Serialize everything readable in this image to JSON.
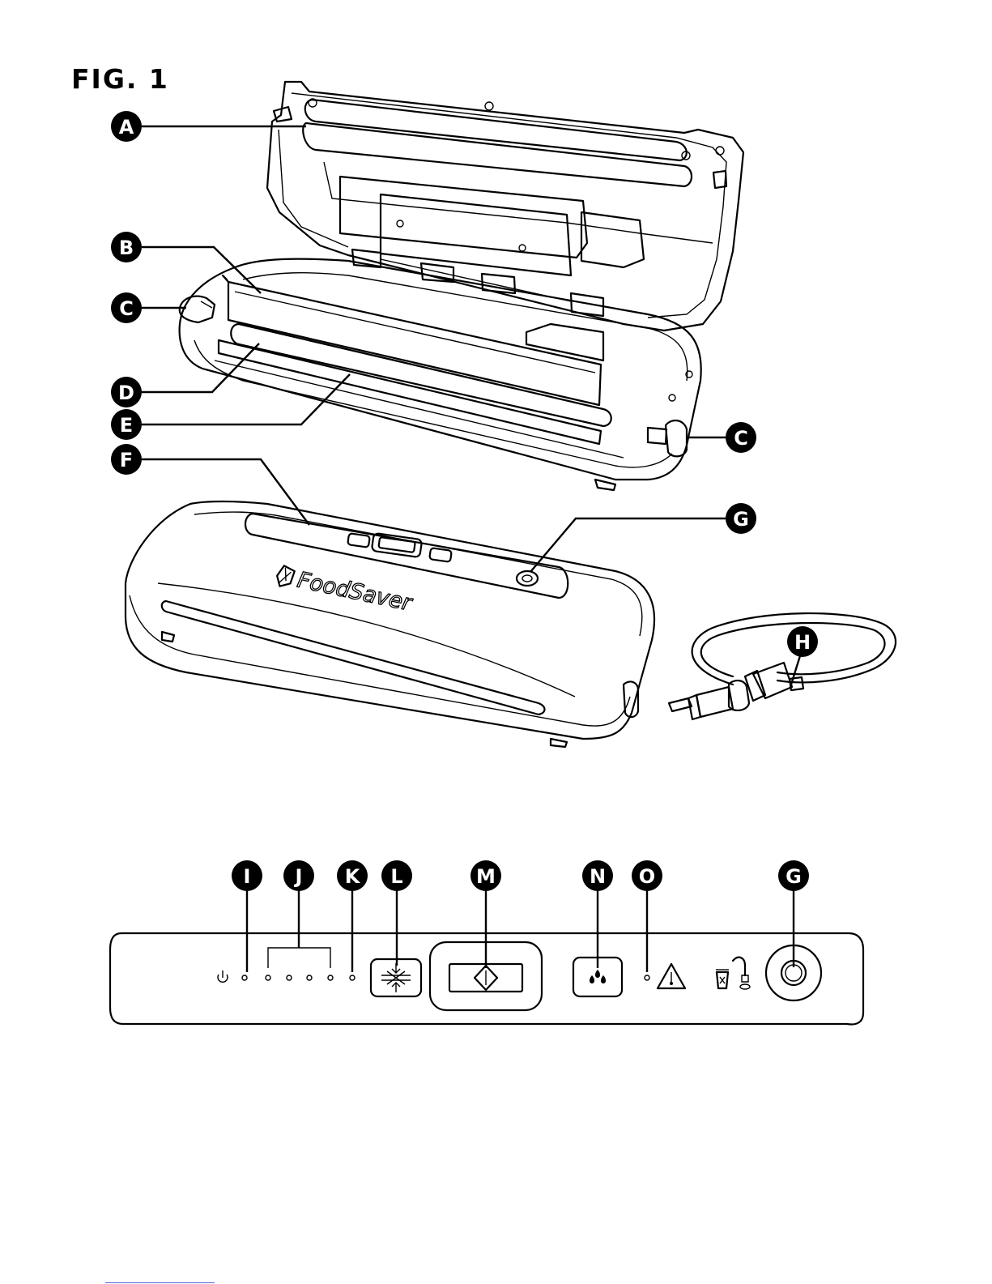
{
  "figure": {
    "title": "FIG. 1",
    "brand": "FoodSaver"
  },
  "labels": {
    "A": "A",
    "B": "B",
    "C": "C",
    "D": "D",
    "E": "E",
    "F": "F",
    "G": "G",
    "H": "H",
    "I": "I",
    "J": "J",
    "K": "K",
    "L": "L",
    "M": "M",
    "N": "N",
    "O": "O"
  },
  "icons": {
    "power": "power-icon",
    "seal": "seal-icon",
    "start": "start-icon",
    "moist": "moist-food-icon",
    "warning": "overheat-warning-icon",
    "canister": "canister-hose-icon"
  }
}
